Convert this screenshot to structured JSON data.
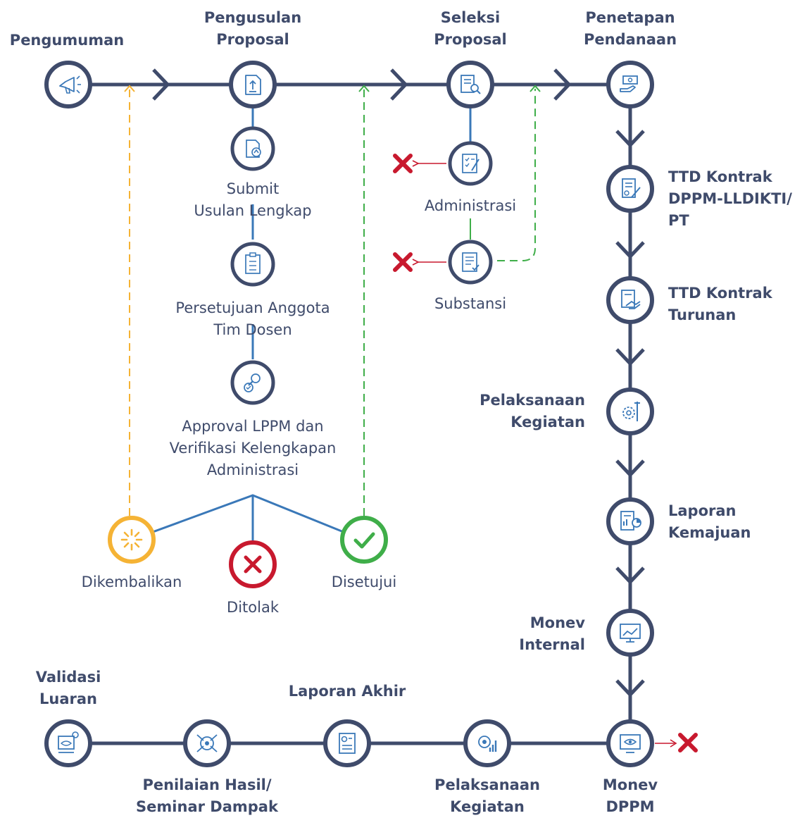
{
  "colors": {
    "navy": "#3f4b6b",
    "blue": "#3a78b8",
    "orange": "#f5b335",
    "green": "#3fae49",
    "red": "#c8192e",
    "white": "#ffffff"
  },
  "top_row": {
    "pengumuman": [
      "Pengumuman"
    ],
    "pengusulan": [
      "Pengusulan",
      "Proposal"
    ],
    "seleksi": [
      "Seleksi",
      "Proposal"
    ],
    "penetapan": [
      "Penetapan",
      "Pendanaan"
    ]
  },
  "pengusulan_steps": {
    "submit": [
      "Submit",
      "Usulan Lengkap"
    ],
    "persetujuan": [
      "Persetujuan Anggota",
      "Tim Dosen"
    ],
    "approval": [
      "Approval LPPM dan",
      "Verifikasi Kelengkapan",
      "Administrasi"
    ]
  },
  "outcomes": {
    "dikembalikan": "Dikembalikan",
    "ditolak": "Ditolak",
    "disetujui": "Disetujui"
  },
  "seleksi_steps": {
    "administrasi": "Administrasi",
    "substansi": "Substansi"
  },
  "right_column": {
    "ttd_dppm": [
      "TTD Kontrak",
      "DPPM-LLDIKTI/",
      "PT"
    ],
    "ttd_turunan": [
      "TTD Kontrak",
      "Turunan"
    ],
    "pelaksanaan": [
      "Pelaksanaan",
      "Kegiatan"
    ],
    "laporan_kemajuan": [
      "Laporan",
      "Kemajuan"
    ],
    "monev_internal": [
      "Monev",
      "Internal"
    ]
  },
  "bottom_row": {
    "monev_dppm": [
      "Monev",
      "DPPM"
    ],
    "pelaksanaan": [
      "Pelaksanaan",
      "Kegiatan"
    ],
    "laporan_akhir": [
      "Laporan Akhir"
    ],
    "penilaian": [
      "Penilaian Hasil/",
      "Seminar Dampak"
    ],
    "validasi": [
      "Validasi",
      "Luaran"
    ]
  }
}
